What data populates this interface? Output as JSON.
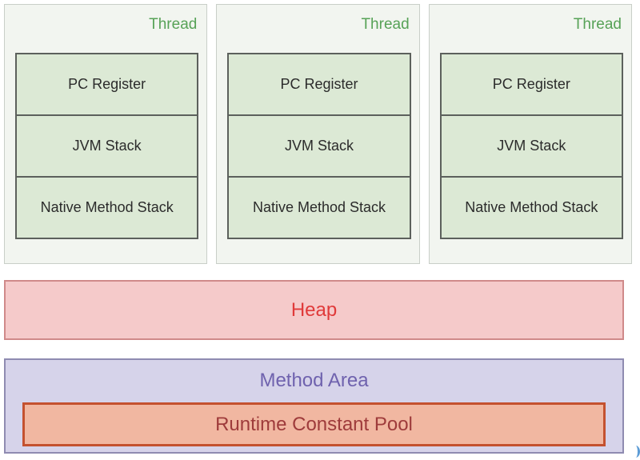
{
  "threads": [
    {
      "label": "Thread",
      "items": [
        "PC Register",
        "JVM Stack",
        "Native Method Stack"
      ]
    },
    {
      "label": "Thread",
      "items": [
        "PC Register",
        "JVM Stack",
        "Native Method Stack"
      ]
    },
    {
      "label": "Thread",
      "items": [
        "PC Register",
        "JVM Stack",
        "Native Method Stack"
      ]
    }
  ],
  "heap": {
    "label": "Heap"
  },
  "method_area": {
    "label": "Method Area",
    "runtime_constant_pool": "Runtime Constant Pool"
  },
  "colors": {
    "thread_box_bg": "#f2f5f0",
    "thread_box_border": "#c9cfc8",
    "thread_label_text": "#57a257",
    "stack_cell_bg": "#dce9d5",
    "stack_cell_border": "#5c605c",
    "stack_cell_text": "#2b2b2b",
    "heap_bg": "#f5caca",
    "heap_border": "#cf8a8a",
    "heap_text": "#e03a3a",
    "method_area_bg": "#d6d3ea",
    "method_area_border": "#8f8bb1",
    "method_area_text": "#6f62ae",
    "runtime_constant_pool_bg": "#f1b7a1",
    "runtime_constant_pool_border": "#c4512f",
    "runtime_constant_pool_text": "#9e3b3b"
  }
}
